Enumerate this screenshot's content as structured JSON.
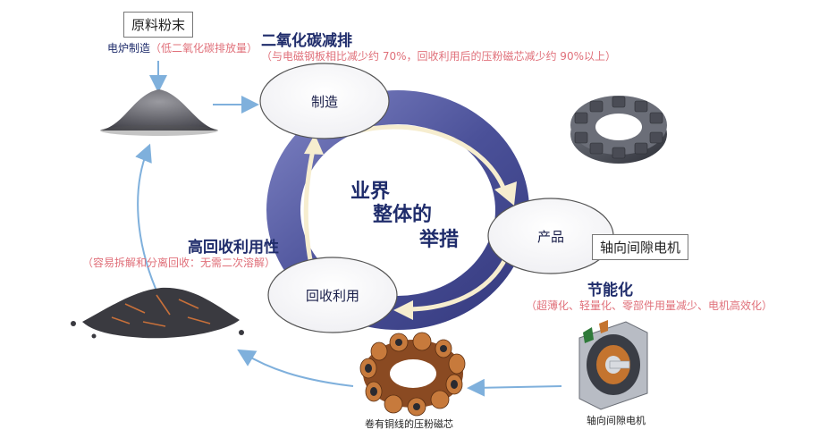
{
  "raw_material": {
    "box_label": "原料粉末",
    "note_main": "电炉制造",
    "note_paren": "（低二氧化碳排放量）"
  },
  "stages": {
    "manufacture": "制造",
    "product": "产品",
    "recycle": "回收利用"
  },
  "center_text": [
    "业界",
    "整体的",
    "举措"
  ],
  "co2": {
    "heading": "二氧化碳减排",
    "detail": "（与电磁钢板相比减少约 70%，回收利用后的压粉磁芯减少约 90%以上）"
  },
  "product_label": "轴向间隙电机",
  "energy": {
    "heading": "节能化",
    "detail": "（超薄化、轻量化、零部件用量减少、电机高效化）"
  },
  "recyclability": {
    "heading": "高回收利用性",
    "detail": "（容易拆解和分离回收：无需二次溶解）"
  },
  "captions": {
    "core_with_wire": "卷有铜线的压粉磁芯",
    "motor": "轴向间隙电机"
  },
  "colors": {
    "cycle_ring": "#5a5fa3",
    "heading_text": "#1f2c6b",
    "note_text": "#e0707a",
    "flow_arrow": "#7fb0dc"
  }
}
